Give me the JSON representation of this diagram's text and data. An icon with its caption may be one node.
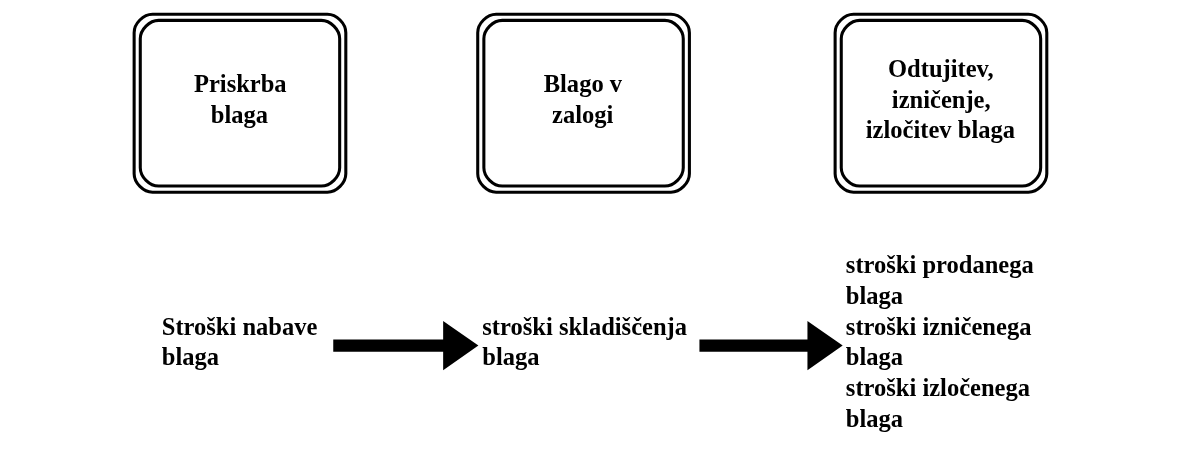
{
  "diagram": {
    "nodes": [
      {
        "text": [
          "Priskrba blaga"
        ]
      },
      {
        "text": [
          "Blago v zalogi"
        ]
      },
      {
        "text": [
          "Odtujitev, izničenje, izločitev blaga"
        ]
      },
      {
        "text": [
          "Stroški nabave blaga"
        ]
      },
      {
        "text": [
          "stroški skladiščenja blaga"
        ]
      },
      {
        "text": [
          "stroški prodanega blaga",
          "stroški izničenega blaga",
          "stroški izločenega blaga"
        ]
      }
    ],
    "edges": [
      {
        "from": 3,
        "to": 4,
        "arrow": "to"
      },
      {
        "from": 4,
        "to": 5,
        "arrow": "to"
      }
    ]
  }
}
